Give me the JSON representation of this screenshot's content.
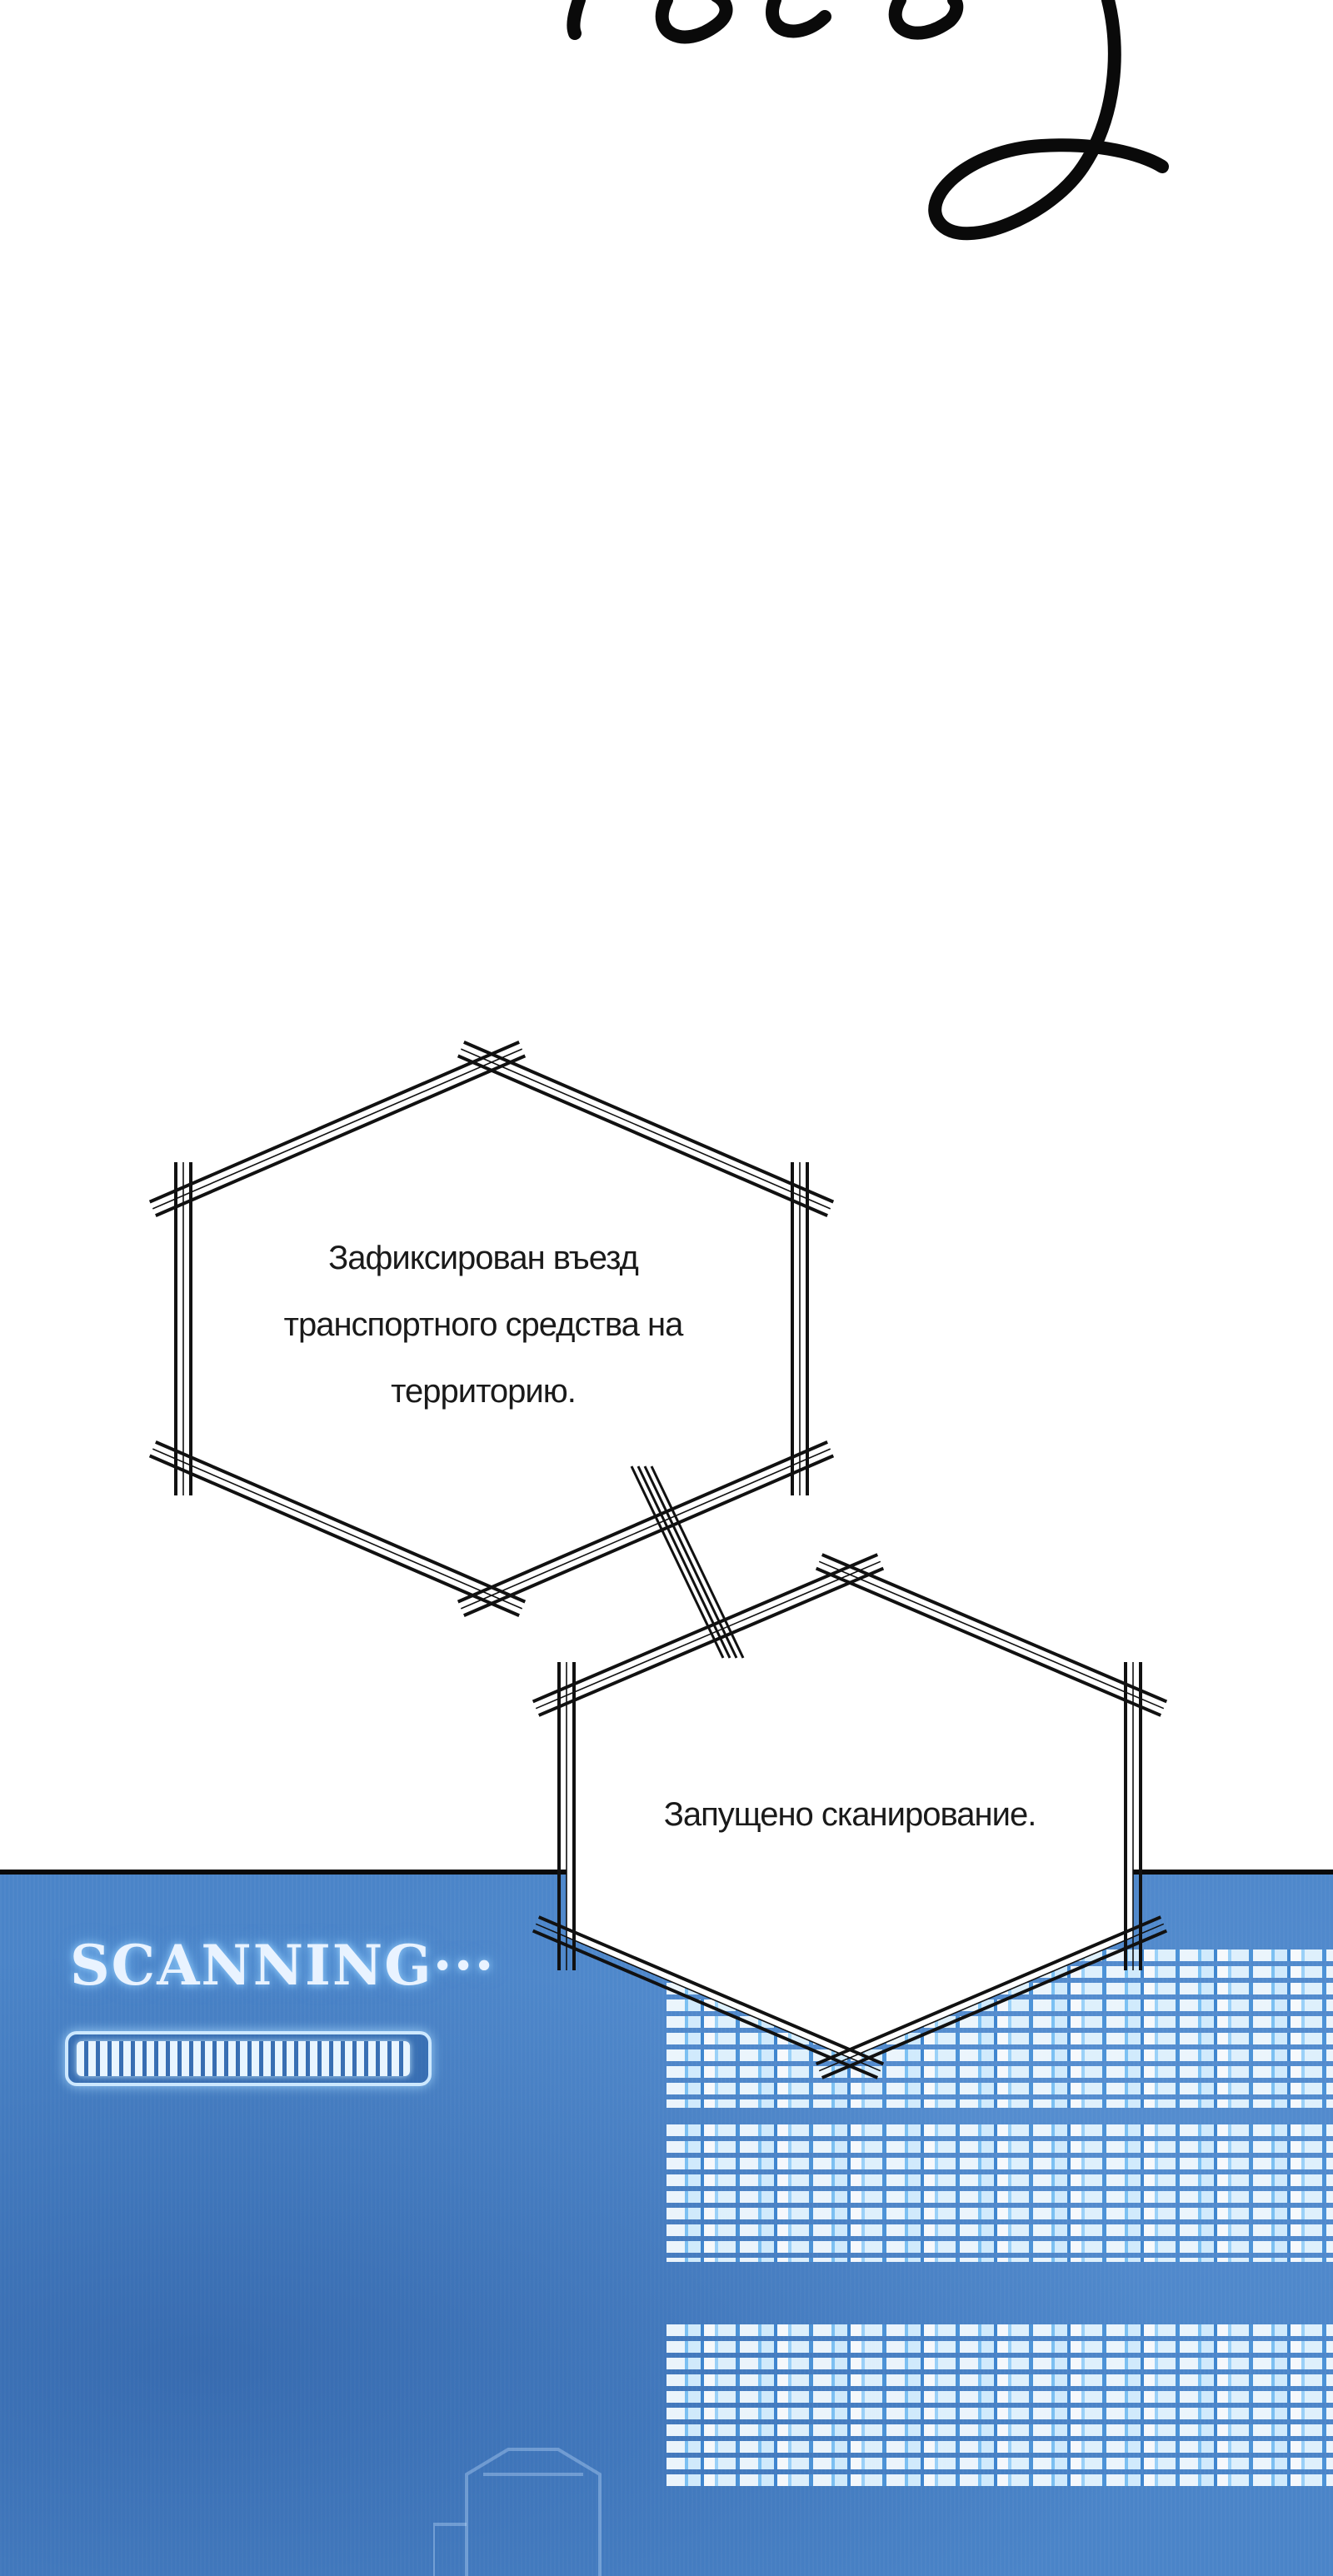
{
  "panel_top": {
    "signature_art": "handwritten-lettering"
  },
  "captions": [
    {
      "text": "Зафиксирован въезд транспортного средства на территорию."
    },
    {
      "text": "Запущено сканирование."
    }
  ],
  "scan_panel": {
    "heading": "SCANNING···",
    "progress_fraction": 0.97,
    "background_color": "#4a84c8",
    "glow_color": "#cde8ff"
  }
}
